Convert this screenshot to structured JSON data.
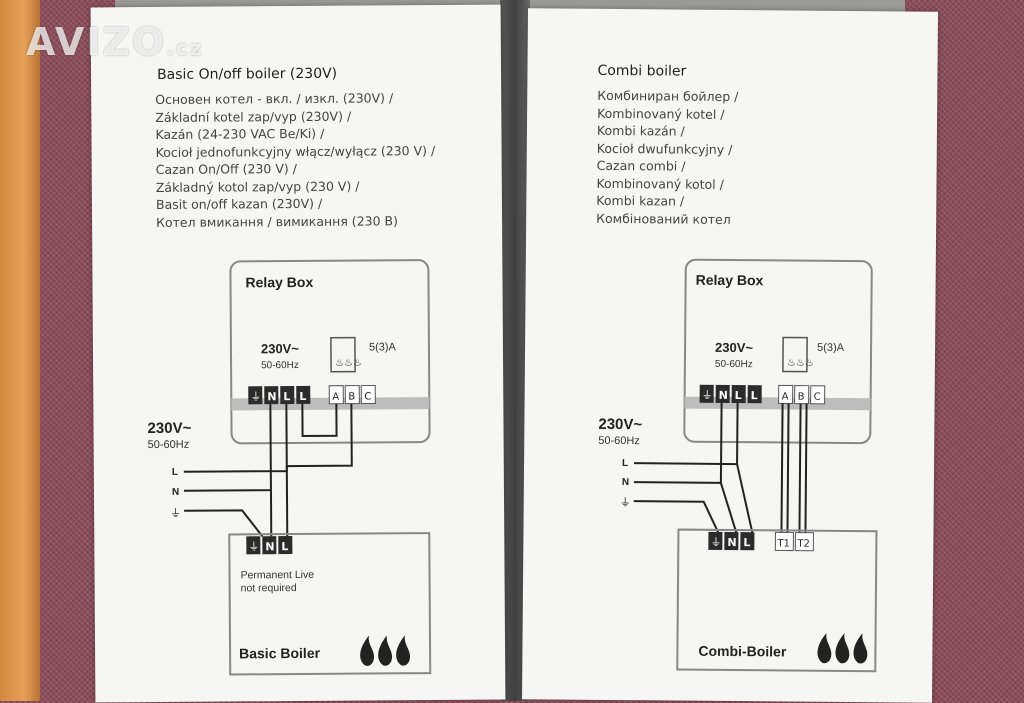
{
  "watermark": {
    "brand": "AVIZO",
    "suffix": ".cz"
  },
  "left": {
    "title": "Basic On/off boiler (230V)",
    "lines": [
      "Основен котел - вкл. / изкл. (230V) /",
      "Základní kotel zap/vyp (230V) /",
      "Kazán (24-230 VAC Be/Ki) /",
      "Kocioł jednofunkcyjny włącz/wyłącz (230 V) /",
      "Cazan On/Off (230 V) /",
      "Základný kotol zap/vyp (230 V) /",
      "Basit on/off kazan (230V) /",
      "Котел вмикання / вимикання (230 В)"
    ],
    "relay_box": "Relay Box",
    "voltage": "230V~",
    "freq": "50-60Hz",
    "rating": "5(3)A",
    "terminals": [
      "⏚",
      "N",
      "L",
      "L",
      "A",
      "B",
      "C"
    ],
    "supply_voltage": "230V~",
    "supply_freq": "50-60Hz",
    "supply_lines": [
      "L",
      "N",
      "⏚"
    ],
    "boiler_terminals": [
      "⏚",
      "N",
      "L"
    ],
    "note1": "Permanent Live",
    "note2": "not required",
    "boiler": "Basic Boiler"
  },
  "right": {
    "title": "Combi boiler",
    "lines": [
      "Комбиниран бойлер /",
      "Kombinovaný kotel /",
      "Kombi kazán /",
      "Kocioł dwufunkcyjny /",
      "Cazan combi /",
      "Kombinovaný kotol /",
      "Kombi kazan /",
      "Комбінований котел"
    ],
    "relay_box": "Relay Box",
    "voltage": "230V~",
    "freq": "50-60Hz",
    "rating": "5(3)A",
    "terminals": [
      "⏚",
      "N",
      "L",
      "L",
      "A",
      "B",
      "C"
    ],
    "supply_voltage": "230V~",
    "supply_freq": "50-60Hz",
    "supply_lines": [
      "L",
      "N",
      "⏚"
    ],
    "boiler_terminals": [
      "⏚",
      "N",
      "L",
      "T1",
      "T2"
    ],
    "boiler": "Combi-Boiler"
  }
}
